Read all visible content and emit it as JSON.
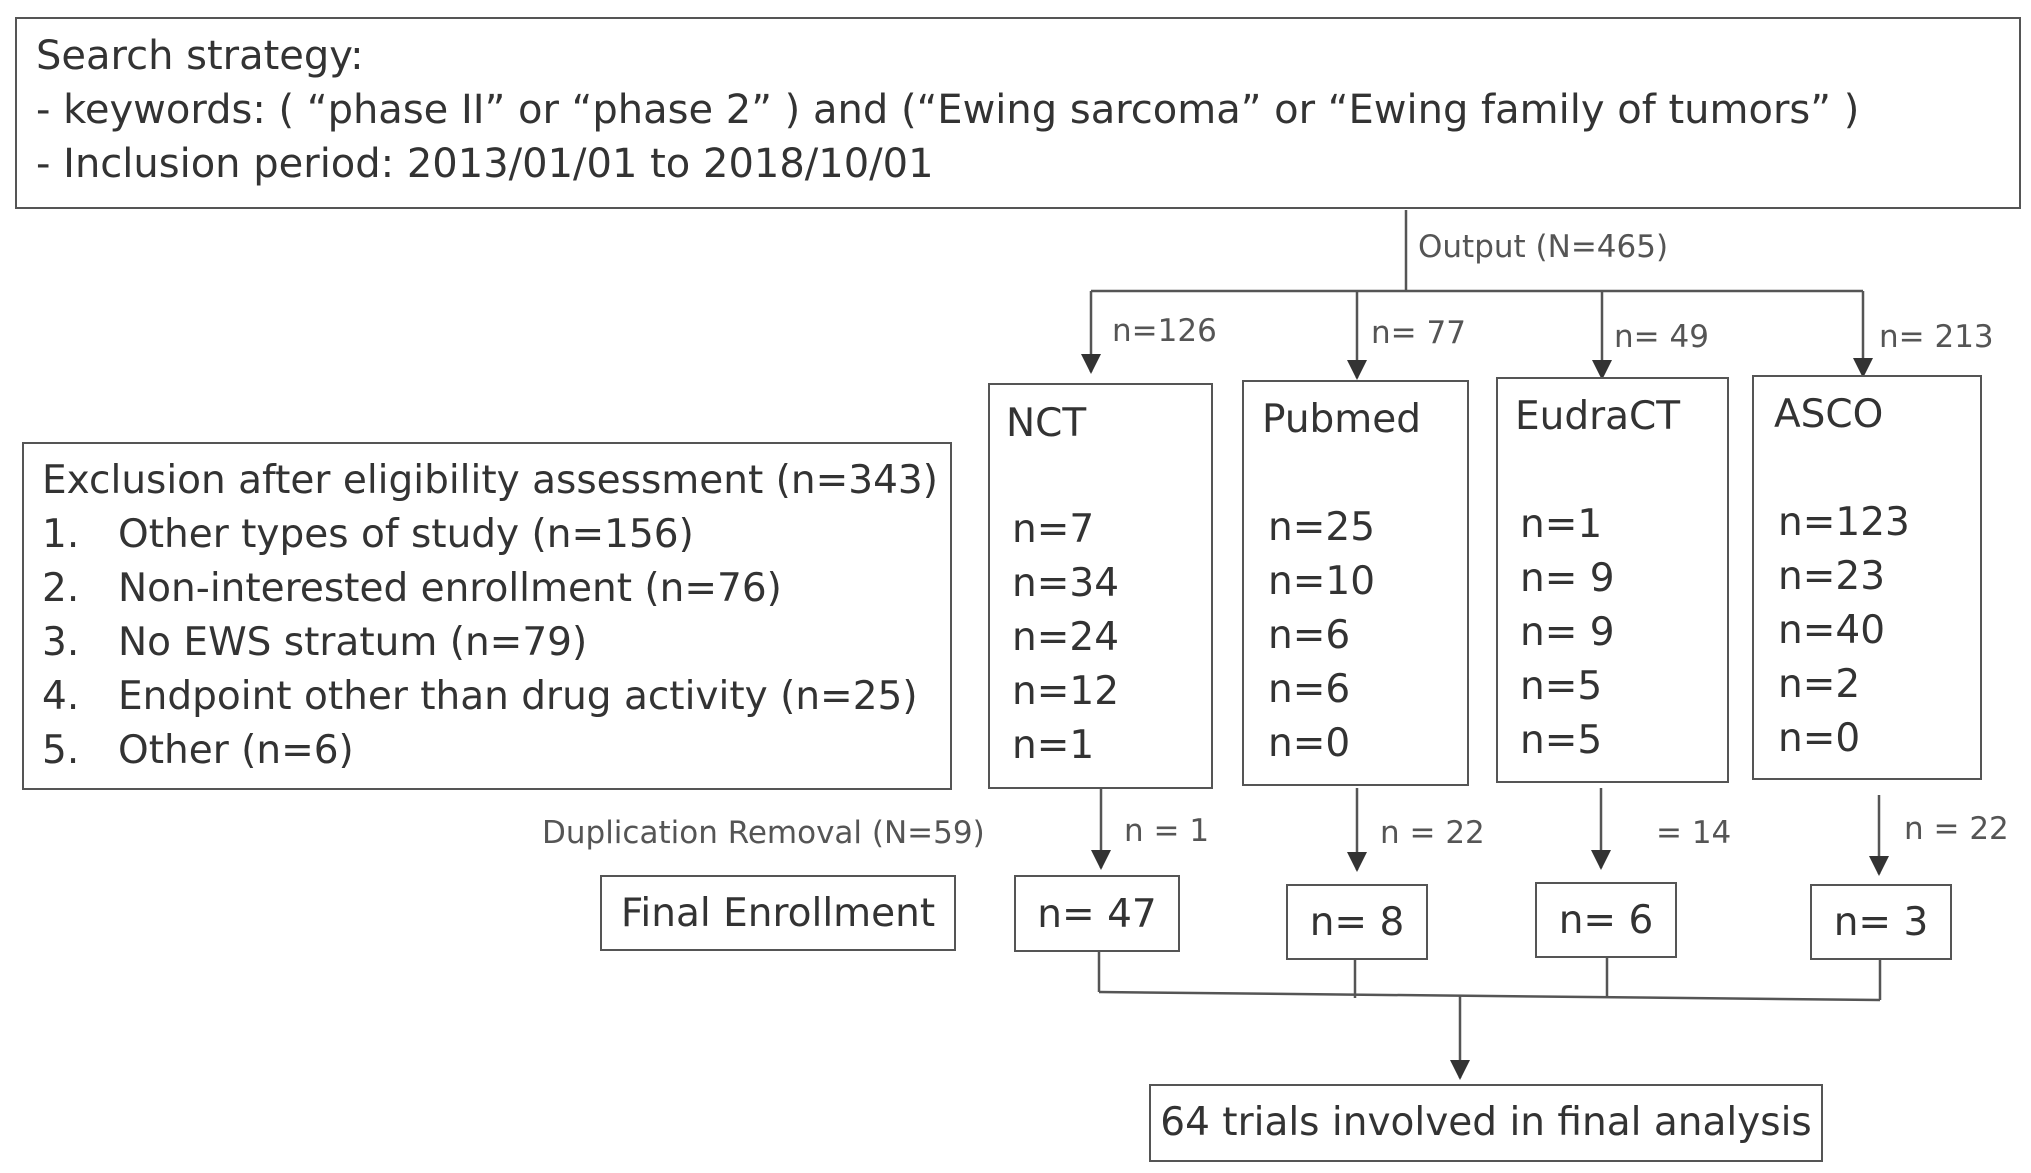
{
  "search": {
    "title": "Search strategy:",
    "keywords": "- keywords: ( “phase II”    or    “phase 2” ) and (“Ewing sarcoma”    or    “Ewing family of tumors” )",
    "period": "- Inclusion period: 2013/01/01 to 2018/10/01"
  },
  "output_label": "Output (N=465)",
  "exclusion": {
    "title": "Exclusion after eligibility assessment (n=343)",
    "items": [
      {
        "num": "1.",
        "text": "Other types of study (n=156)"
      },
      {
        "num": "2.",
        "text": "Non-interested enrollment (n=76)"
      },
      {
        "num": "3.",
        "text": "No EWS stratum (n=79)"
      },
      {
        "num": "4.",
        "text": "Endpoint other than drug activity (n=25)"
      },
      {
        "num": "5.",
        "text": "Other (n=6)"
      }
    ]
  },
  "sources": [
    {
      "name": "NCT",
      "in_label": "n=126",
      "counts": [
        "n=7",
        "n=34",
        "n=24",
        "n=12",
        "n=1"
      ],
      "dup_label": "n = 1",
      "final": "n= 47"
    },
    {
      "name": "Pubmed",
      "in_label": "n= 77",
      "counts": [
        "n=25",
        "n=10",
        "n=6",
        "n=6",
        "n=0"
      ],
      "dup_label": "n = 22",
      "final": "n= 8"
    },
    {
      "name": "EudraCT",
      "in_label": "n= 49",
      "counts": [
        "n=1",
        "n= 9",
        "n= 9",
        "n=5",
        "n=5"
      ],
      "dup_label": "= 14",
      "final": "n= 6"
    },
    {
      "name": "ASCO",
      "in_label": "n= 213",
      "counts": [
        "n=123",
        "n=23",
        "n=40",
        "n=2",
        "n=0"
      ],
      "dup_label": "n = 22",
      "final": "n= 3"
    }
  ],
  "duplication_label": "Duplication Removal (N=59)",
  "final_enrollment_label": "Final Enrollment",
  "final_analysis": "64 trials involved in final analysis"
}
